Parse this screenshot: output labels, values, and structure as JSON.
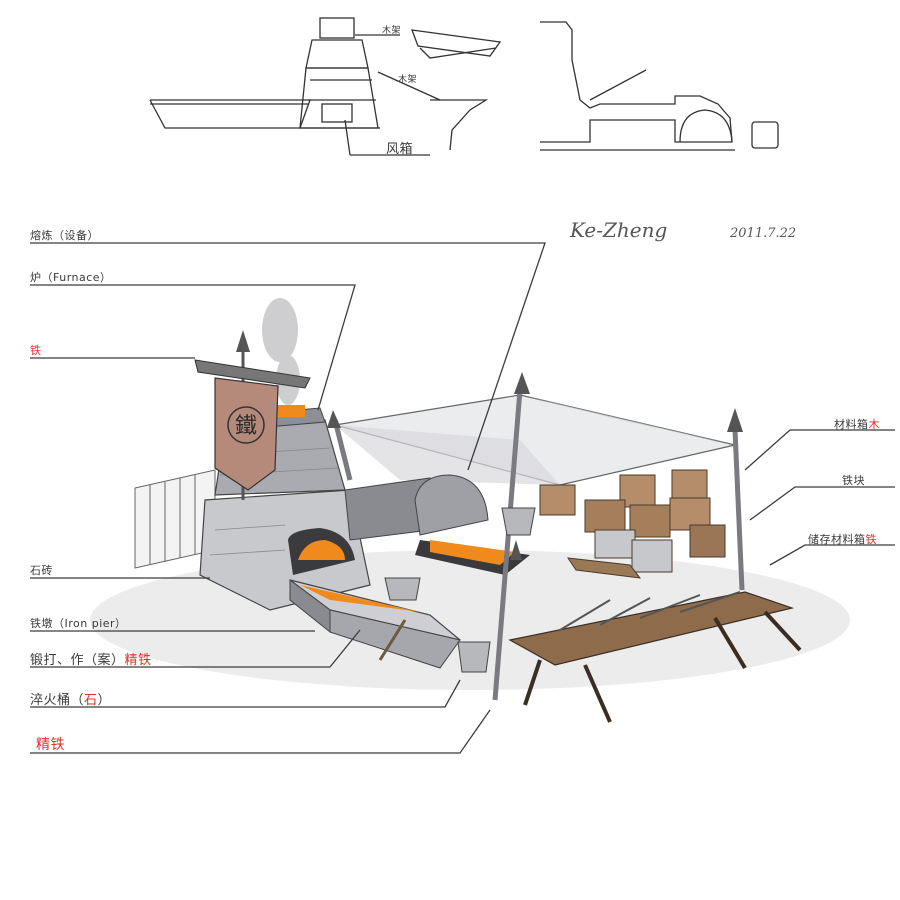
{
  "labels": {
    "smelter": "熔炼（设备）",
    "furnace": "炉（Furnace）",
    "iron": "铁",
    "stone_brick": "石砖",
    "iron_pier": "铁墩（Iron pier）",
    "forging_prefix": "锻打、作（案）",
    "forging_red": "精铁",
    "quench_prefix": "淬火桶（",
    "quench_red": "石",
    "quench_suffix": "）",
    "fine_iron": "精铁",
    "material_box_prefix": "材料箱",
    "material_box_red": "木",
    "iron_block": "铁块",
    "finished_prefix": "储存材料箱",
    "finished_red": "铁"
  },
  "sketch_labels": {
    "wood_frame_1": "木架",
    "wood_frame_2": "木架",
    "bellows": "风箱"
  },
  "signature": {
    "name": "Ke-Zheng",
    "date": "2011.7.22"
  },
  "banner_glyph": "鐵",
  "colors": {
    "red_accent": "#e0302a",
    "line": "#333333",
    "fire": "#f08a1c",
    "stone": "#c9c9cc",
    "wood": "#9a7a56",
    "banner": "#b58a7a"
  }
}
